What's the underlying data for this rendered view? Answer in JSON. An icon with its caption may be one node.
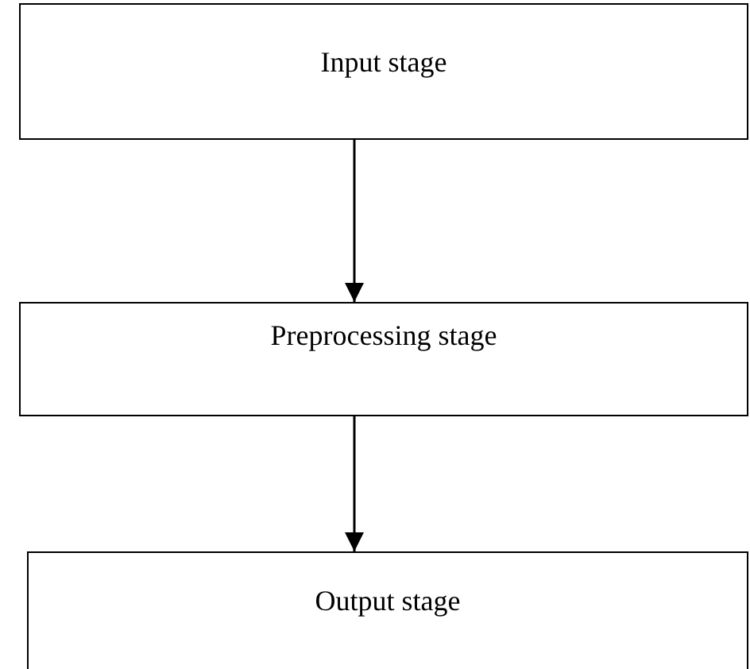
{
  "diagram": {
    "nodes": [
      {
        "text": [
          "Input stage"
        ]
      },
      {
        "text": [
          "Preprocessing stage"
        ]
      },
      {
        "text": [
          "Output stage"
        ]
      }
    ],
    "edges": [
      {
        "from": 0,
        "to": 1,
        "arrow": "to"
      },
      {
        "from": 1,
        "to": 2,
        "arrow": "to"
      }
    ]
  }
}
